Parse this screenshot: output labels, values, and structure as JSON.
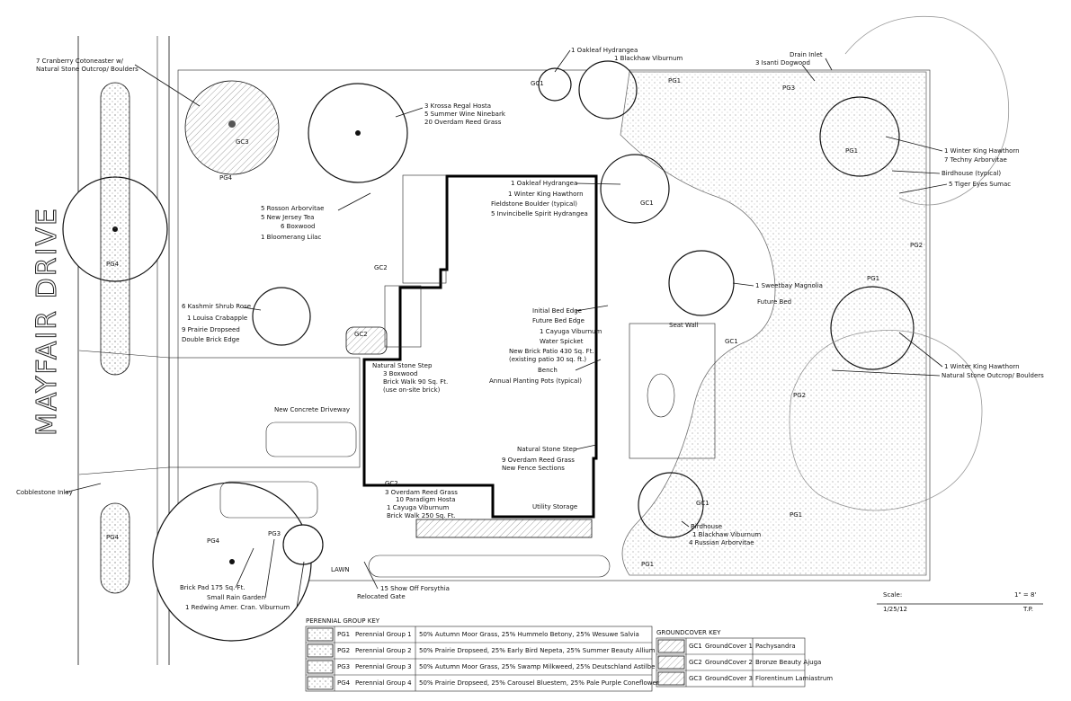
{
  "street": {
    "name": "MAYFAIR DRIVE"
  },
  "plant_labels": {
    "cotoneaster": [
      "7 Cranberry Cotoneaster w/",
      "Natural Stone Outcrop/ Boulders"
    ],
    "hosta_group": [
      "3 Krossa Regal Hosta",
      "5 Summer Wine Ninebark",
      "20 Overdam Reed Grass"
    ],
    "oakleaf_top": [
      "1 Oakleaf Hydrangea",
      "1 Blackhaw Viburnum"
    ],
    "drain": "Drain Inlet",
    "dogwood": "3 Isanti Dogwood",
    "hawthorn_right": "1 Winter King Hawthorn",
    "techny": "7 Techny Arborvitae",
    "birdhouse_typ": "Birdhouse (typical)",
    "sumac": "5 Tiger Eyes Sumac",
    "oakleaf_mid": [
      "1 Oakleaf Hydrangea",
      "1 Winter King Hawthorn",
      "Fieldstone Boulder (typical)",
      "5 Invincibelle Spirit Hydrangea"
    ],
    "west_group": [
      "5 Rosson Arborvitae",
      "5 New Jersey Tea",
      "6 Boxwood",
      "1 Bloomerang Lilac"
    ],
    "magnolia": "1 Sweetbay Magnolia",
    "future_bed": "Future Bed",
    "kashmir": [
      "6 Kashmir Shrub Rose",
      "1 Louisa Crabapple",
      "9 Prairie Dropseed",
      "Double Brick Edge"
    ],
    "bed_edges": [
      "Initial Bed Edge",
      "Future Bed Edge",
      "1 Cayuga Viburnum",
      "Water Spicket"
    ],
    "seat_wall": "Seat Wall",
    "patio": [
      "New Brick Patio 430 Sq. Ft.",
      "(existing patio 30 sq. ft.)",
      "Bench",
      "Annual Planting Pots (typical)"
    ],
    "step_group": [
      "Natural Stone Step",
      "3 Boxwood",
      "Brick Walk 90 Sq. Ft.",
      "(use on-site brick)"
    ],
    "hawthorn_lower": "1 Winter King Hawthorn",
    "outcrop": "Natural Stone Outcrop/ Boulders",
    "driveway": "New Concrete Driveway",
    "cobblestone": "Cobblestone Inlay",
    "east_step": [
      "Natural Stone Step",
      "9 Overdam Reed Grass",
      "New Fence Sections"
    ],
    "gc2_group": [
      "GC2",
      "3 Overdam Reed Grass",
      "10 Paradigm Hosta",
      "1 Cayuga Viburnum",
      "Brick Walk 250 Sq. Ft."
    ],
    "utility": "Utility Storage",
    "birdhouse": [
      "Birdhouse",
      "1 Blackhaw Viburnum",
      "4 Russian Arborvitae"
    ],
    "lawn": "LAWN",
    "rain_garden": [
      "Brick Pad 175 Sq. Ft.",
      "Small Rain Garden",
      "1 Redwing Amer. Cran. Viburnum"
    ],
    "forsythia": "15 Show Off Forsythia",
    "gate": "Relocated Gate",
    "bed_codes": [
      "PG1",
      "PG2",
      "PG3",
      "PG4",
      "GC1",
      "GC2",
      "GC3"
    ]
  },
  "scale": {
    "label": "Scale:",
    "value": "1\" = 8'",
    "date": "1/25/12",
    "initials": "T.P."
  },
  "perennial_key": {
    "title": "PERENNIAL GROUP KEY",
    "rows": [
      {
        "code": "PG1",
        "name": "Perennial Group 1",
        "mix": "50% Autumn Moor Grass, 25% Hummelo Betony, 25% Wesuwe Salvia"
      },
      {
        "code": "PG2",
        "name": "Perennial Group 2",
        "mix": "50% Prairie Dropseed, 25% Early Bird Nepeta, 25% Summer Beauty Allium"
      },
      {
        "code": "PG3",
        "name": "Perennial Group 3",
        "mix": "50% Autumn Moor Grass, 25% Swamp Milkweed, 25% Deutschland Astilbe"
      },
      {
        "code": "PG4",
        "name": "Perennial Group 4",
        "mix": "50% Prairie Dropseed, 25% Carousel Bluestem, 25% Pale Purple Coneflower"
      }
    ]
  },
  "groundcover_key": {
    "title": "GROUNDCOVER KEY",
    "rows": [
      {
        "code": "GC1",
        "name": "GroundCover 1",
        "plant": "Pachysandra"
      },
      {
        "code": "GC2",
        "name": "GroundCover 2",
        "plant": "Bronze Beauty Ajuga"
      },
      {
        "code": "GC3",
        "name": "GroundCover 3",
        "plant": "Florentinum Lamiastrum"
      }
    ]
  }
}
